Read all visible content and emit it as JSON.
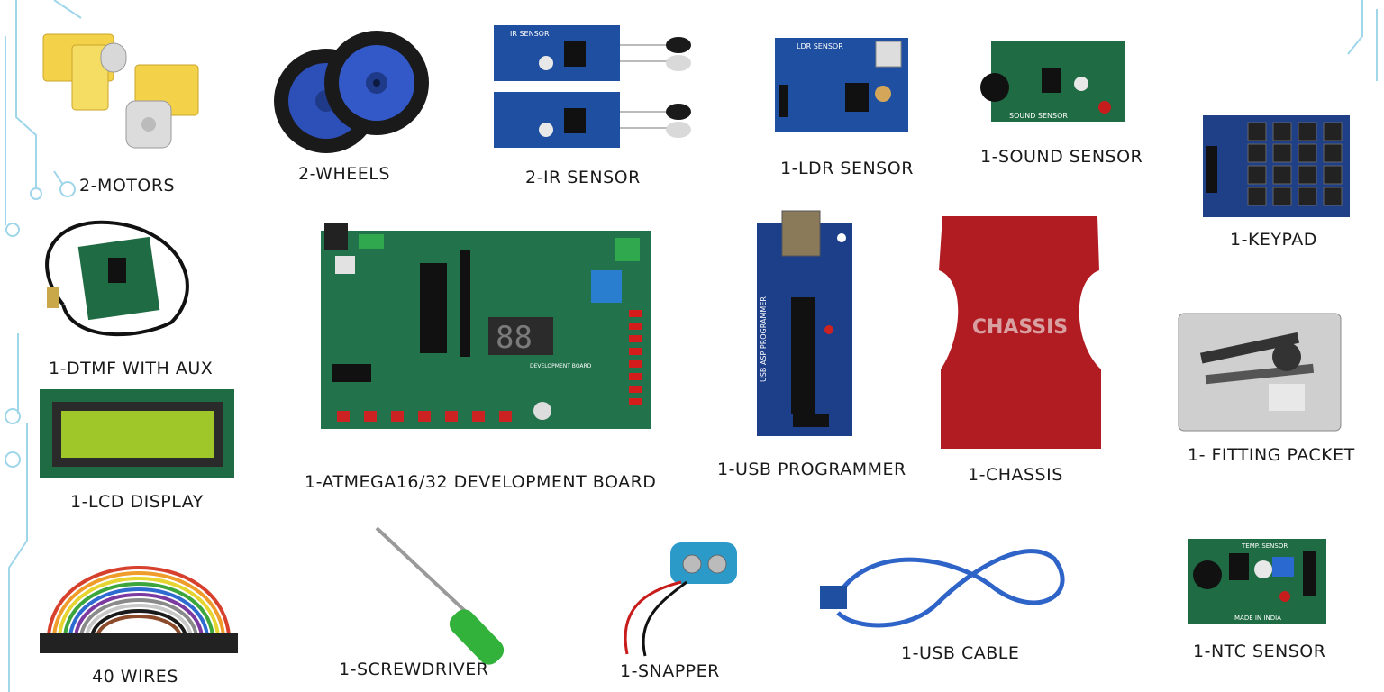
{
  "items": {
    "motors": {
      "label": "2-MOTORS",
      "icon": "motor-icon"
    },
    "wheels": {
      "label": "2-WHEELS",
      "icon": "wheel-icon"
    },
    "ir_sensor": {
      "label": "2-IR SENSOR",
      "board_text": "IR SENSOR",
      "icon": "ir-sensor-icon"
    },
    "ldr_sensor": {
      "label": "1-LDR SENSOR",
      "board_text": "LDR SENSOR",
      "icon": "ldr-sensor-icon"
    },
    "sound_sensor": {
      "label": "1-SOUND SENSOR",
      "board_text": "SOUND SENSOR",
      "icon": "sound-sensor-icon"
    },
    "keypad": {
      "label": "1-KEYPAD",
      "icon": "keypad-icon"
    },
    "dtmf": {
      "label": "1-DTMF WITH AUX",
      "icon": "dtmf-module-icon"
    },
    "dev_board": {
      "label": "1-ATMEGA16/32 DEVELOPMENT BOARD",
      "board_text": "DEVELOPMENT BOARD",
      "icon": "development-board-icon"
    },
    "usb_programmer": {
      "label": "1-USB PROGRAMMER",
      "board_text": "USB ASP PROGRAMMER",
      "icon": "usb-programmer-icon"
    },
    "chassis": {
      "label": "1-CHASSIS",
      "board_text": "CHASSIS",
      "icon": "chassis-icon"
    },
    "fitting_packet": {
      "label": "1- FITTING PACKET",
      "icon": "fitting-packet-icon"
    },
    "lcd": {
      "label": "1-LCD DISPLAY",
      "icon": "lcd-display-icon"
    },
    "wires": {
      "label": "40 WIRES",
      "icon": "jumper-wires-icon"
    },
    "screwdriver": {
      "label": "1-SCREWDRIVER",
      "icon": "screwdriver-icon"
    },
    "snapper": {
      "label": "1-SNAPPER",
      "icon": "battery-snapper-icon"
    },
    "usb_cable": {
      "label": "1-USB CABLE",
      "icon": "usb-cable-icon"
    },
    "ntc_sensor": {
      "label": "1-NTC SENSOR",
      "board_text": "TEMP. SENSOR",
      "board_text2": "MADE IN INDIA",
      "icon": "ntc-sensor-icon"
    }
  },
  "colors": {
    "pcb_blue": "#1f4fa0",
    "pcb_green": "#1f6b44",
    "chassis_red": "#b01c22",
    "motor_yellow": "#f3d24a",
    "wheel_blue": "#2d4fb8",
    "circuit_accent": "#8fd0e8"
  }
}
